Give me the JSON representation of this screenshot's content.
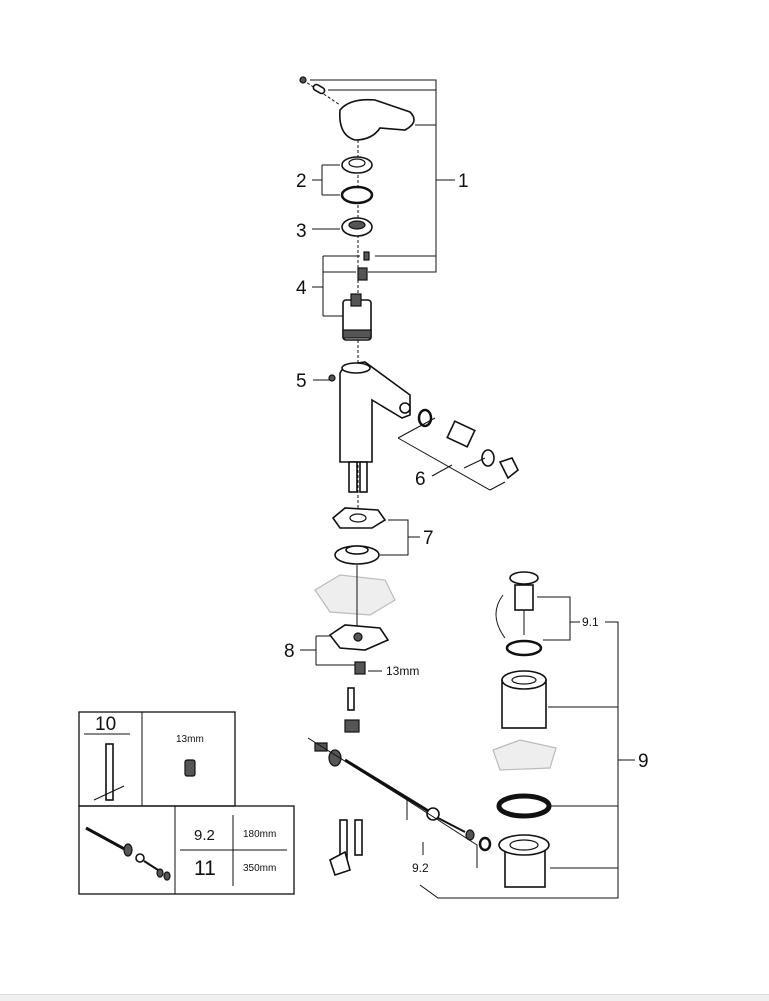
{
  "callouts": {
    "p1": "1",
    "p2": "2",
    "p3": "3",
    "p4": "4",
    "p5": "5",
    "p6": "6",
    "p7": "7",
    "p8": "8",
    "p8_size": "13mm",
    "p9": "9",
    "p9_1": "9.1",
    "p9_2": "9.2"
  },
  "legend_table": {
    "tool_number": "10",
    "tool_size": "13mm",
    "rows": [
      {
        "part": "9.2",
        "length": "180mm"
      },
      {
        "part": "11",
        "length": "350mm"
      }
    ]
  }
}
